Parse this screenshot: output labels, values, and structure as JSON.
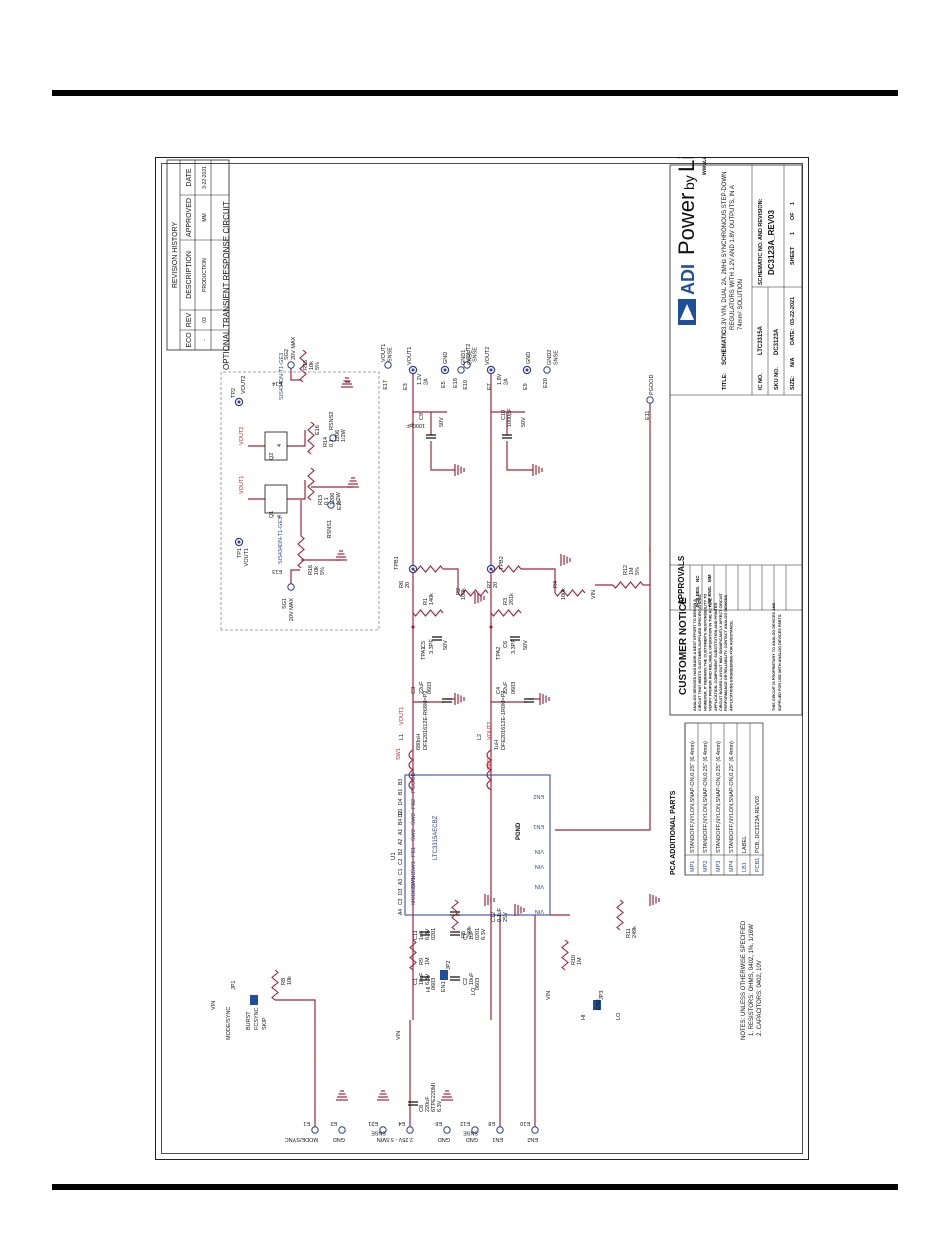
{
  "revision_history": {
    "heading": "REVISION HISTORY",
    "columns": [
      "ECO",
      "REV",
      "DESCRIPTION",
      "APPROVED",
      "DATE"
    ],
    "row": [
      "-",
      "03",
      "PRODUCTION",
      "MM",
      "3-22-2021"
    ]
  },
  "transient_title": "OPTIONAL TRANSIENT RESPONSE CIRCUIT",
  "transient": {
    "sg1": "SG1",
    "sg1_max": "20V MAX",
    "sg2": "SG2",
    "sg2_max": "20V MAX",
    "tp1": "TP1",
    "tp1_net": "VOUT1",
    "tp2": "TP2",
    "tp2_net": "VOUT2",
    "q1": "Q1",
    "q1_part": "SIS434DN-T1-GE3",
    "q1_pin": "4",
    "q2": "Q2",
    "q2_part": "SIS434DN-T1-GE3",
    "q2_pin": "4",
    "net_vout1": "VOUT1",
    "net_vout2": "VOUT2",
    "r13": "R13",
    "r13_val": "0.1",
    "r13_pkg": "1206",
    "r13_w": "1/2W",
    "r14": "R14",
    "r14_val": "0.1",
    "r14_pkg": "1206",
    "r14_w": "1/2W",
    "r15": "R15",
    "r15_val": "10k",
    "r15_tol": "5%",
    "r16": "R16",
    "r16_val": "10k",
    "r16_tol": "5%",
    "e13": "E13",
    "e14": "E14",
    "e15": "E15",
    "e16": "E16",
    "rsns1": "RSNS1",
    "rsns2": "RSNS2"
  },
  "output1": {
    "e17": "E17",
    "vout1_snse": "VOUT1\nSNSE",
    "e3": "E3",
    "vout1": "VOUT1",
    "spec": "1.2V\n2A",
    "e5": "E5",
    "gnd": "GND",
    "e18": "E18",
    "gnd1_snse": "GND1\nSNSE",
    "c9": "C9",
    "c9_val": "1000pF",
    "c9_v": "50V",
    "tpb1": "TPB1",
    "r6": "R6",
    "r6_val": "20",
    "r1": "R1",
    "r1_val": "140k",
    "r2": "R2",
    "r2_val": "100k",
    "c5": "C5",
    "c5_val": "3.3PF",
    "c5_v": "50V",
    "tpa1": "TPA1",
    "c3": "C3",
    "c3_val": "22uF",
    "c3_pkg": "0603",
    "l1": "L1",
    "l1_val": "680nH",
    "l1_part": "DFE201612E-R68M=P2",
    "sw1": "SW1",
    "vout1_net": "VOUT1"
  },
  "output2": {
    "e7": "E7",
    "vout2_snse": "VOUT2\nSNSE",
    "vout2": "VOUT2",
    "spec": "1.8V\n2A",
    "e9": "E9",
    "gnd": "GND",
    "e19": "E19",
    "e20": "E20",
    "gnd2_snse": "GND2\nSNSE",
    "c10": "C10",
    "c10_val": "1000pF",
    "c10_v": "50V",
    "tpb2": "TPB2",
    "r7": "R7",
    "r7_val": "20",
    "r3": "R3",
    "r3_val": "261k",
    "r4": "R4",
    "r4_val": "100k",
    "c6": "C6",
    "c6_val": "3.3PF",
    "c6_v": "50V",
    "tpa2": "TPA2",
    "c4": "C4",
    "c4_val": "22uF",
    "c4_pkg": "0603",
    "l2": "L2",
    "l2_val": "1uH",
    "l2_part": "DFE201612E-1R0M=P2",
    "sw2": "SW2",
    "vout2_net": "VOUT2"
  },
  "pgood": {
    "e11": "E11",
    "label": "PGOOD",
    "r12": "R12",
    "r12_val": "1M",
    "r12_tol": "5%",
    "vin": "VIN"
  },
  "ic": {
    "ref": "U1",
    "part": "LTC3315AECBZ",
    "pins_left": [
      "VIN",
      "VIN",
      "VIN",
      "VIN",
      "EN1",
      "EN2"
    ],
    "pins_right": [
      "MODE/SYNC",
      "SW1",
      "SW1",
      "FB1",
      "SW2",
      "SW2",
      "FB2",
      "PGOOD"
    ],
    "pgnd": "PGND",
    "ball": [
      "A4",
      "C3",
      "D3",
      "A3",
      "C1",
      "C2",
      "B2",
      "A2",
      "A1",
      "B4 D2",
      "D1",
      "D4",
      "B1",
      "B3"
    ]
  },
  "input": {
    "vin": "VIN",
    "c1": "C1",
    "c1_val": "10uF",
    "c1_v": "6.3V",
    "c1_pkg": "0603",
    "c2": "C2",
    "c2_val": "10uF",
    "c2_pkg": "0603",
    "c11": "C11",
    "c11_val": "1uF",
    "c11_v": "6.3V",
    "c11_pkg": "0201",
    "c7": "C7",
    "c7_val": "1uF",
    "c7_pkg": "0201",
    "c7_v": "6.3V",
    "c12": "C12",
    "c12_val": "0.1uF",
    "c12_v": "25V",
    "c8": "C8",
    "c8_val": "220uF",
    "c8_part": "6TPE220MI",
    "c8_v": "6.3V"
  },
  "bottom_terms": {
    "e1": "E1",
    "modesync": "MODE/SYNC",
    "e2": "E2",
    "gnd": "GND",
    "e21": "E21",
    "vin_snse": "VIN\nSNSE",
    "e4": "E4",
    "vin_range": "2.25V - 5.5V",
    "e6": "E6",
    "e12": "E12",
    "gnd_snse": "GND\nSNSE",
    "e8": "E8",
    "en1": "EN1",
    "e10": "E10",
    "en2": "EN2"
  },
  "jumpers": {
    "jp1": "JP1",
    "jp1_opts": [
      "BURST",
      "FCSYNC",
      "SKIP"
    ],
    "jp1_net": "MODE/SYNC",
    "vin": "VIN",
    "r8": "R8",
    "r8_val": "10k",
    "jp2": "JP2",
    "jp2_hi": "HI",
    "jp2_lo": "LO",
    "en1": "EN1",
    "r9": "R9",
    "r9_val": "1M",
    "r5": "R5",
    "r5_val": "249k",
    "jp3": "JP3",
    "jp3_hi": "HI",
    "jp3_lo": "LO",
    "en2": "EN2",
    "r10": "R10",
    "r10_val": "1M",
    "r11": "R11",
    "r11_val": "249k"
  },
  "pca": {
    "heading": "PCA ADDITIONAL PARTS",
    "rows": [
      [
        "MP1",
        "STANDOFF,NYLON,SNAP-ON,0.25\" (6.4mm)"
      ],
      [
        "MP2",
        "STANDOFF,NYLON,SNAP-ON,0.25\" (6.4mm)"
      ],
      [
        "MP3",
        "STANDOFF,NYLON,SNAP-ON,0.25\" (6.4mm)"
      ],
      [
        "MP4",
        "STANDOFF,NYLON,SNAP-ON,0.25\" (6.4mm)"
      ],
      [
        "LB1",
        "LABEL"
      ],
      [
        "PCB1",
        "PCB, DC3123A      REV03"
      ]
    ]
  },
  "notes": {
    "title": "NOTES: UNLESS OTHERWISE SPECIFIED",
    "lines": [
      "1. RESISTORS: OHMS, 0402, 1%, 1/16W",
      "2. CAPACITORS: 0402, 10V"
    ]
  },
  "customer_notice": {
    "title": "CUSTOMER NOTICE",
    "lines": [
      "ANALOG DEVICES HAS MADE A BEST EFFORT TO DESIGN A",
      "CIRCUIT THAT MEETS CUSTOMER-SUPPLIED SPECIFICATIONS;",
      "HOWEVER, IT REMAINS THE CUSTOMER'S RESPONSIBILITY TO",
      "VERIFY PROPER AND RELIABLE OPERATION IN THE ACTUAL",
      "APPLICATION. COMPONENT SUBSTITUTION AND PRINTED",
      "CIRCUIT BOARD LAYOUT MAY SIGNIFICANTLY AFFECT CIRCUIT",
      "PERFORMANCE OR RELIABILITY. CONTACT ANALOG DEVICES",
      "APPLICATIONS ENGINEERING FOR ASSISTANCE."
    ],
    "footer": [
      "THIS CIRCUIT IS PROPRIETARY TO ANALOG DEVICES AND",
      "SUPPLIED FOR USE WITH ANALOG DEVICES PARTS."
    ]
  },
  "approvals": {
    "title": "APPROVALS",
    "rows": [
      [
        "PCB DES.",
        "NC"
      ],
      [
        "APP ENG.",
        "MM"
      ]
    ]
  },
  "title_block": {
    "logo_adi": "ADI",
    "logo_power": "Power",
    "logo_by": "by",
    "logo_linear": "Linear",
    "tm": "TM",
    "url": "www.analog.com",
    "title_label": "TITLE:",
    "title_value": "SCHEMATIC",
    "title_text": [
      "3.3V VIN, DUAL 2A, 2MHz SYNCHRONOUS STEP-DOWN",
      "REGULATORS WITH 1.2V AND 1.8V OUTPUTS, IN A",
      "74mm² SOLUTION"
    ],
    "ic_no_label": "IC NO.",
    "ic_no": "LTC3315A",
    "sch_label": "SCHEMATIC NO. AND REVISION:",
    "sch_value": "DC3123A_REV03",
    "sku_label": "SKU NO.",
    "sku": "DC3123A",
    "size_label": "SIZE:",
    "size": "N/A",
    "date_label": "DATE:",
    "date": "03-22-2021",
    "sheet_label": "SHEET",
    "sheet": "1",
    "of_label": "OF",
    "of": "1"
  },
  "colors": {
    "wire": "#a3243a",
    "net_red": "#d0202a",
    "pin": "#2a3f9e",
    "ink": "#111111",
    "logo_blue": "#1f4f9c"
  }
}
